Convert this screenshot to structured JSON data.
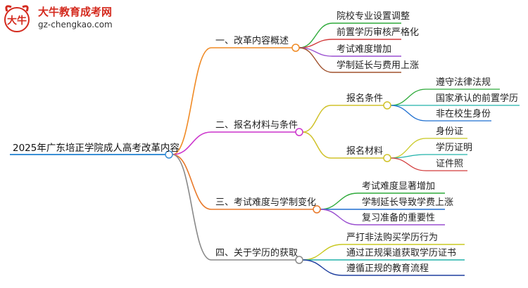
{
  "brand": {
    "name": "大牛教育成考网",
    "url": "gz-chengkao.com",
    "logo_text": "大牛"
  },
  "root": {
    "label": "2025年广东培正学院成人高考改革内容"
  },
  "colors": {
    "root_line": "#3a8fd6",
    "b1": "#f08a24",
    "b2": "#cc33cc",
    "b3": "#e8792a",
    "b4": "#888888",
    "sub1": "#d0c22a",
    "sub2": "#d0c22a",
    "leaf_green": "#2eaa3a",
    "leaf_red": "#d23a3a",
    "leaf_purple": "#9a4fd0",
    "leaf_brown": "#a0522d",
    "leaf_teal": "#20b2aa",
    "leaf_blue": "#1e6fd0",
    "leaf_olive": "#c8c820",
    "leaf_darkblue": "#1f3f9f"
  },
  "branches": [
    {
      "label": "一、改革内容概述",
      "leaves": [
        "院校专业设置调整",
        "前置学历审核严格化",
        "考试难度增加",
        "学制延长与费用上涨"
      ]
    },
    {
      "label": "二、报名材料与条件",
      "subs": [
        {
          "label": "报名条件",
          "leaves": [
            "遵守法律法规",
            "国家承认的前置学历",
            "非在校生身份"
          ]
        },
        {
          "label": "报名材料",
          "leaves": [
            "身份证",
            "学历证明",
            "证件照"
          ]
        }
      ]
    },
    {
      "label": "三、考试难度与学制变化",
      "leaves": [
        "考试难度显著增加",
        "学制延长导致学费上涨",
        "复习准备的重要性"
      ]
    },
    {
      "label": "四、关于学历的获取",
      "leaves": [
        "严打非法购买学历行为",
        "通过正规渠道获取学历证书",
        "遵循正规的教育流程"
      ]
    }
  ]
}
